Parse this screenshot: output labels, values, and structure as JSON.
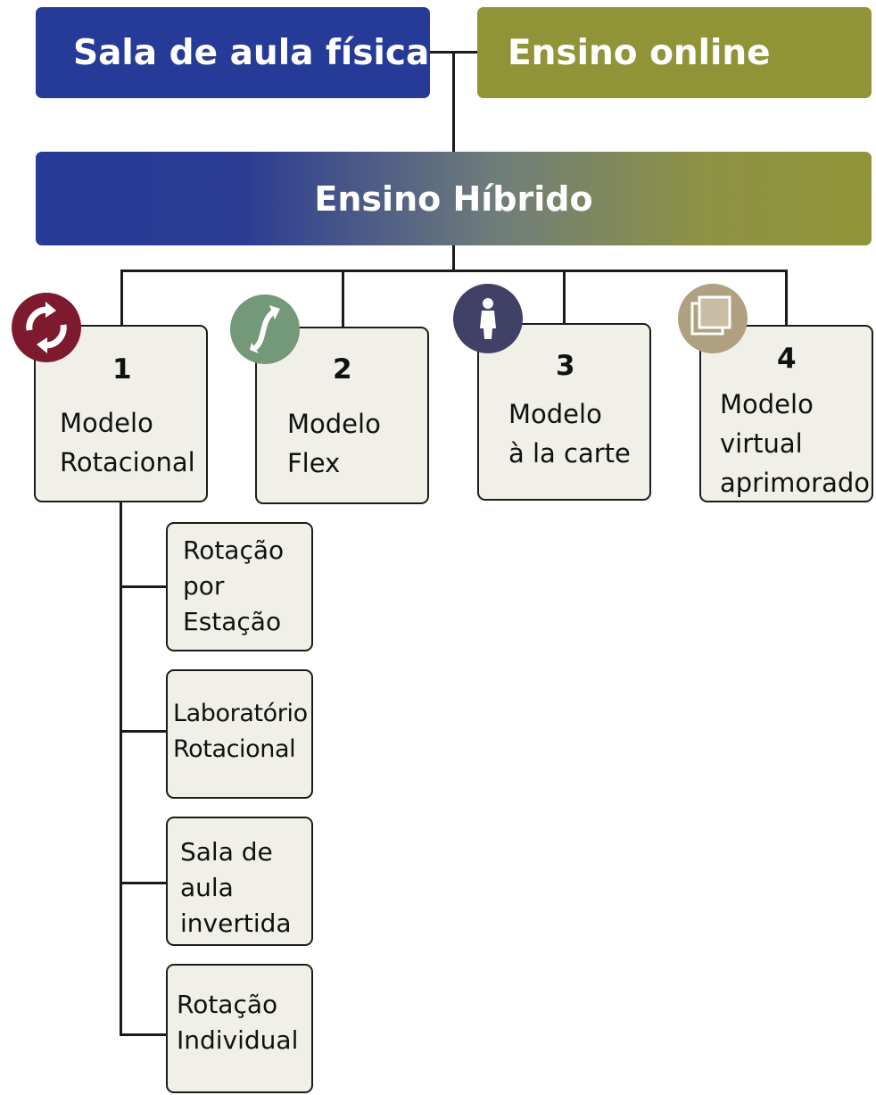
{
  "top": {
    "physical": "Sala de aula física",
    "online": "Ensino online",
    "hybrid": "Ensino Híbrido"
  },
  "models": [
    {
      "number": "1",
      "label": "Modelo\nRotacional",
      "icon": "rotation-arrows-icon",
      "color": "#7d1a2e"
    },
    {
      "number": "2",
      "label": "Modelo\nFlex",
      "icon": "flex-arrows-icon",
      "color": "#749978"
    },
    {
      "number": "3",
      "label": "Modelo\nà la carte",
      "icon": "person-icon",
      "color": "#414066"
    },
    {
      "number": "4",
      "label": "Modelo\nvirtual\naprimorado",
      "icon": "layered-squares-icon",
      "color": "#aea080"
    }
  ],
  "submodels": [
    {
      "label": "Rotação\npor\nEstação"
    },
    {
      "label": "Laboratório\nRotacional"
    },
    {
      "label": "Sala de\naula\ninvertida"
    },
    {
      "label": "Rotação\nIndividual"
    }
  ],
  "colors": {
    "physical": "#263b97",
    "online": "#909437",
    "card_bg": "#f1f0e8"
  }
}
